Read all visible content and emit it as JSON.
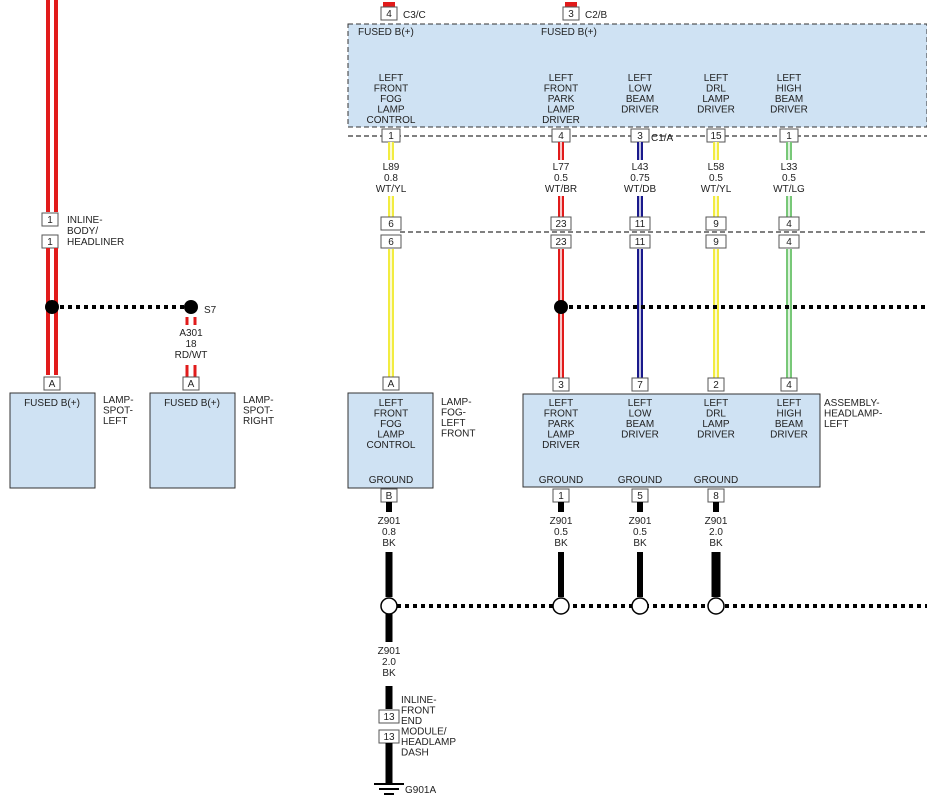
{
  "colors": {
    "red": "#e11b1b",
    "yellow": "#f2ec40",
    "navy": "#1a1a8c",
    "green": "#78c878",
    "black": "#000000",
    "box_fill": "#cfe2f3"
  },
  "top_connectors": {
    "c3c": {
      "pin": "4",
      "label": "C3/C",
      "fused": "FUSED B(+)"
    },
    "c2b": {
      "pin": "3",
      "label": "C2/B",
      "fused": "FUSED B(+)"
    }
  },
  "module": {
    "connector_label": "C1/A",
    "outputs": [
      {
        "label": [
          "LEFT",
          "FRONT",
          "FOG",
          "LAMP",
          "CONTROL"
        ],
        "pin": "1",
        "circuit": [
          "L89",
          "0.8",
          "WT/YL"
        ],
        "inline_pin": "6",
        "color": "yellow",
        "stripe": "white"
      },
      {
        "label": [
          "LEFT",
          "FRONT",
          "PARK",
          "LAMP",
          "DRIVER"
        ],
        "pin": "4",
        "circuit": [
          "L77",
          "0.5",
          "WT/BR"
        ],
        "inline_pin": "23",
        "color": "red",
        "stripe": "white"
      },
      {
        "label": [
          "LEFT",
          "LOW",
          "BEAM",
          "DRIVER"
        ],
        "pin": "3",
        "circuit": [
          "L43",
          "0.75",
          "WT/DB"
        ],
        "inline_pin": "11",
        "color": "navy",
        "stripe": "white"
      },
      {
        "label": [
          "LEFT",
          "DRL",
          "LAMP",
          "DRIVER"
        ],
        "pin": "15",
        "circuit": [
          "L58",
          "0.5",
          "WT/YL"
        ],
        "inline_pin": "9",
        "color": "yellow",
        "stripe": "white"
      },
      {
        "label": [
          "LEFT",
          "HIGH",
          "BEAM",
          "DRIVER"
        ],
        "pin": "1",
        "circuit": [
          "L33",
          "0.5",
          "WT/LG"
        ],
        "inline_pin": "4",
        "color": "green",
        "stripe": "white"
      }
    ]
  },
  "inline_body": {
    "pin": "1",
    "label": [
      "INLINE-",
      "BODY/",
      "HEADLINER"
    ]
  },
  "splice": {
    "name": "S7",
    "circuit": [
      "A301",
      "18",
      "RD/WT"
    ]
  },
  "lamp_spot_left": {
    "pin": "A",
    "text": "FUSED B(+)",
    "name": [
      "LAMP-",
      "SPOT-",
      "LEFT"
    ]
  },
  "lamp_spot_right": {
    "pin": "A",
    "text": "FUSED B(+)",
    "name": [
      "LAMP-",
      "SPOT-",
      "RIGHT"
    ]
  },
  "fog_lamp": {
    "input_pin": "A",
    "label": [
      "LEFT",
      "FRONT",
      "FOG",
      "LAMP",
      "CONTROL"
    ],
    "ground": "GROUND",
    "ground_pin": "B",
    "name": [
      "LAMP-",
      "FOG-",
      "LEFT",
      "FRONT"
    ],
    "ground_circuit": [
      "Z901",
      "0.8",
      "BK"
    ]
  },
  "headlamp": {
    "name": [
      "ASSEMBLY-",
      "HEADLAMP-",
      "LEFT"
    ],
    "inputs": [
      {
        "pin": "3",
        "label": [
          "LEFT",
          "FRONT",
          "PARK",
          "LAMP",
          "DRIVER"
        ]
      },
      {
        "pin": "7",
        "label": [
          "LEFT",
          "LOW",
          "BEAM",
          "DRIVER"
        ]
      },
      {
        "pin": "2",
        "label": [
          "LEFT",
          "DRL",
          "LAMP",
          "DRIVER"
        ]
      },
      {
        "pin": "4",
        "label": [
          "LEFT",
          "HIGH",
          "BEAM",
          "DRIVER"
        ]
      }
    ],
    "grounds": [
      {
        "label": "GROUND",
        "pin": "1",
        "circuit": [
          "Z901",
          "0.5",
          "BK"
        ]
      },
      {
        "label": "GROUND",
        "pin": "5",
        "circuit": [
          "Z901",
          "0.5",
          "BK"
        ]
      },
      {
        "label": "GROUND",
        "pin": "8",
        "circuit": [
          "Z901",
          "2.0",
          "BK"
        ]
      }
    ]
  },
  "ground_run": {
    "circuit": [
      "Z901",
      "2.0",
      "BK"
    ],
    "inline_pin": "13",
    "inline_label": [
      "INLINE-",
      "FRONT",
      "END",
      "MODULE/",
      "HEADLAMP",
      "DASH"
    ],
    "ground_name": "G901A"
  }
}
